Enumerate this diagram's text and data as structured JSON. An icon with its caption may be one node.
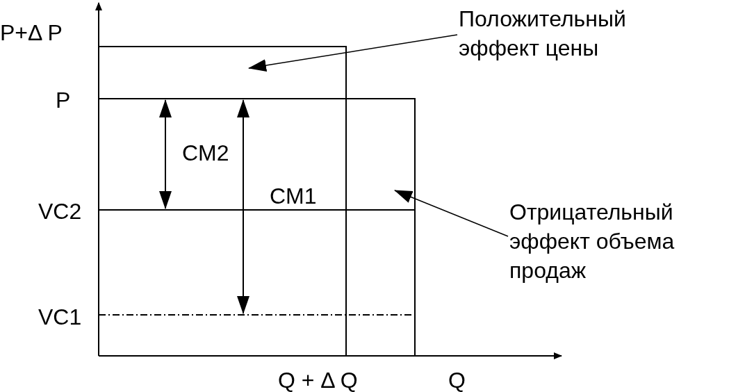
{
  "diagram": {
    "nodes": [
      {
        "text": [
          "Положительный эффект цены"
        ]
      },
      {
        "text": [
          "Отрицательный эффект объема продаж"
        ]
      }
    ],
    "edges": [
      {
        "from": 0,
        "to": null,
        "arrow": "to"
      },
      {
        "from": 1,
        "to": null,
        "arrow": "to"
      }
    ],
    "labels": [
      "P+Δ P",
      "P",
      "CM2",
      "CM1",
      "VC2",
      "VC1",
      "Q + Δ Q",
      "Q"
    ]
  }
}
